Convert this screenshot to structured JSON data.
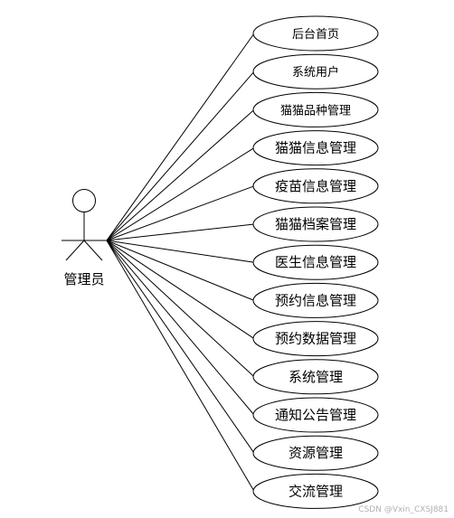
{
  "actor": {
    "label": "管理员"
  },
  "use_cases": [
    {
      "label": "后台首页"
    },
    {
      "label": "系统用户"
    },
    {
      "label": "猫猫品种管理"
    },
    {
      "label": "猫猫信息管理"
    },
    {
      "label": "疫苗信息管理"
    },
    {
      "label": "猫猫档案管理"
    },
    {
      "label": "医生信息管理"
    },
    {
      "label": "预约信息管理"
    },
    {
      "label": "预约数据管理"
    },
    {
      "label": "系统管理"
    },
    {
      "label": "通知公告管理"
    },
    {
      "label": "资源管理"
    },
    {
      "label": "交流管理"
    }
  ],
  "watermark": "CSDN @Vxin_CXSJ881"
}
